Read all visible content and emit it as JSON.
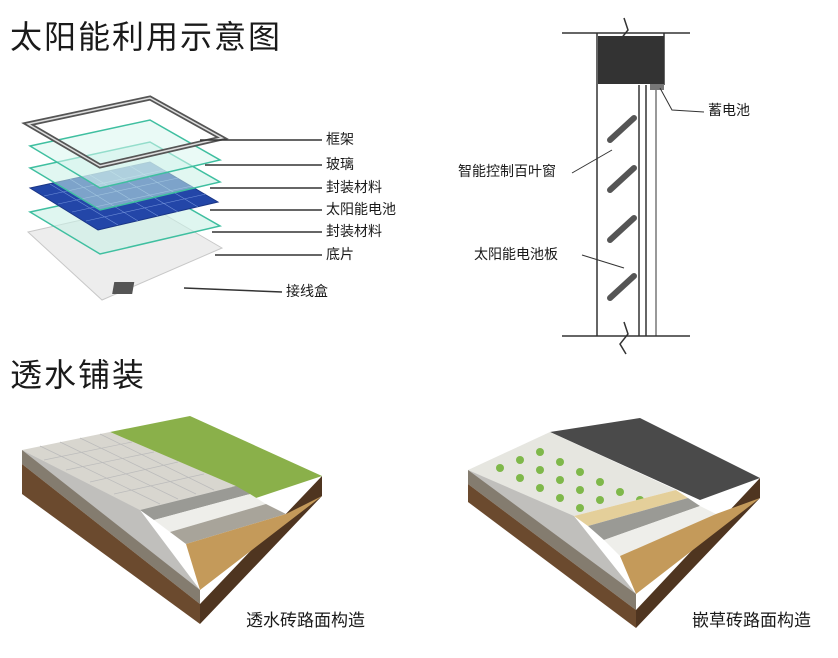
{
  "sections": {
    "solar_title": "太阳能利用示意图",
    "paving_title": "透水铺装"
  },
  "solar_panel": {
    "labels": [
      "框架",
      "玻璃",
      "封装材料",
      "太阳能电池",
      "封装材料",
      "底片",
      "接线盒"
    ]
  },
  "wall_section": {
    "battery_label": "蓄电池",
    "louver_label": "智能控制百叶窗",
    "panel_label": "太阳能电池板"
  },
  "paving": {
    "permeable_brick_caption": "透水砖路面构造",
    "grass_brick_caption": "嵌草砖路面构造"
  },
  "colors": {
    "solar_cell_blue": "#2346a8",
    "glass_green": "#3fbfa0",
    "grass_green": "#8ab04a",
    "soil_brown": "#6b4a2e",
    "asphalt": "#4a4a4a"
  }
}
